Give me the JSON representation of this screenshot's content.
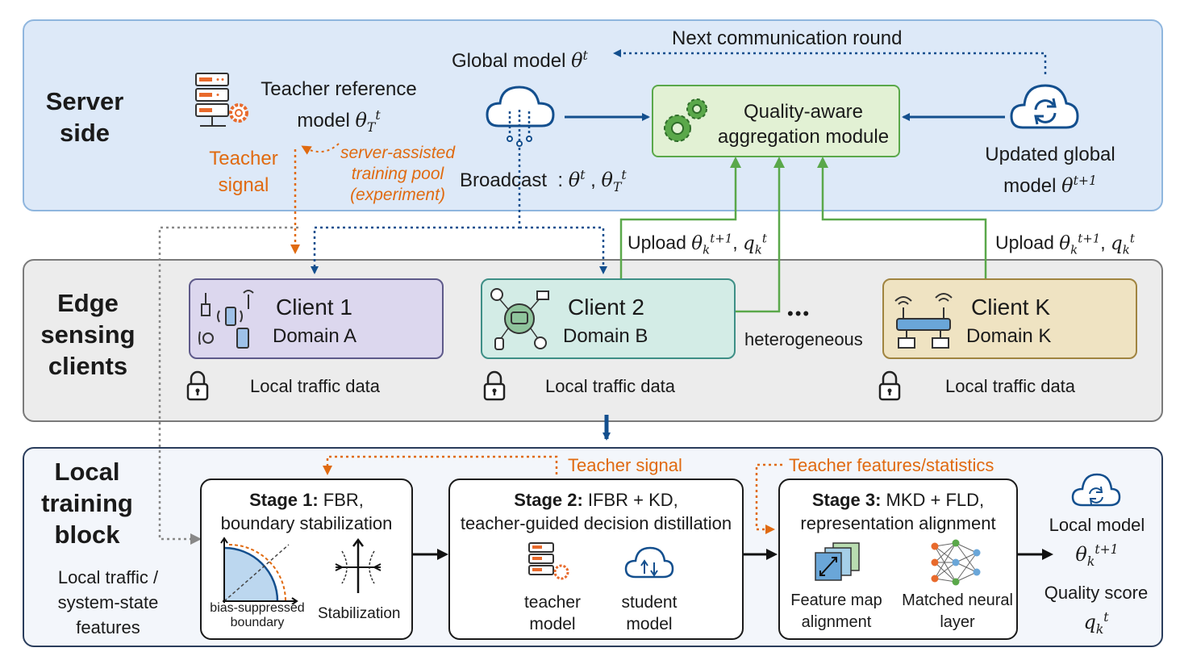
{
  "server": {
    "section_label": "Server side",
    "teacher_ref_label": "Teacher reference",
    "teacher_ref_model": "model",
    "teacher_signal_label": "Teacher signal",
    "pool_line1": "server-assisted",
    "pool_line2": "training pool",
    "pool_line3": "(experiment)",
    "global_model_label": "Global model",
    "next_round_label": "Next communication round",
    "aggregation_line1": "Quality-aware",
    "aggregation_line2": "aggregation module",
    "updated_line1": "Updated global",
    "updated_line2": "model",
    "broadcast_label": "Broadcast"
  },
  "uploads": {
    "upload_label": "Upload"
  },
  "edge": {
    "section_label": "Edge sensing clients",
    "clients": [
      {
        "name": "Client 1",
        "domain": "Domain A",
        "data": "Local traffic data"
      },
      {
        "name": "Client 2",
        "domain": "Domain B",
        "data": "Local traffic data"
      },
      {
        "name": "Client K",
        "domain": "Domain K",
        "data": "Local traffic data"
      }
    ],
    "ellipsis": "•••",
    "heterogeneous_label": "heterogeneous"
  },
  "local": {
    "section_label": "Local training block",
    "input_label": "Local traffic / system-state features",
    "teacher_signal_label": "Teacher signal",
    "teacher_features_label": "Teacher features/statistics",
    "stage1": {
      "title_bold": "Stage 1:",
      "title_rest": "FBR,",
      "line2": "boundary stabilization",
      "bias_label": "bias-suppressed boundary",
      "stab_label": "Stabilization"
    },
    "stage2": {
      "title_bold": "Stage 2:",
      "title_rest": "IFBR + KD,",
      "line2": "teacher-guided decision distillation",
      "teacher_label": "teacher model",
      "student_label": "student model"
    },
    "stage3": {
      "title_bold": "Stage 3:",
      "title_rest": "MKD + FLD,",
      "line2": "representation alignment",
      "feature_label": "Feature map alignment",
      "neural_label": "Matched neural layer"
    },
    "local_model_label": "Local model",
    "quality_label": "Quality score"
  },
  "colors": {
    "server_bg": "#dde9f8",
    "edge_bg": "#ececec",
    "local_bg": "#f3f6fb",
    "blue_arrow": "#134f8e",
    "green": "#5aa84a",
    "orange": "#e06a10",
    "client1_bg": "#dcd7ee",
    "client2_bg": "#d3ece6",
    "clientK_bg": "#efe3c2"
  },
  "icons": [
    "server-gear-icon",
    "cloud-broadcast-icon",
    "gears-icon",
    "cloud-sync-icon",
    "iot-devices-icon",
    "vehicle-network-icon",
    "router-icon",
    "lock-icon",
    "boundary-plot-icon",
    "stabilization-icon",
    "teacher-server-icon",
    "student-cloud-icon",
    "feature-map-icon",
    "neural-layer-icon",
    "local-cloud-icon"
  ]
}
